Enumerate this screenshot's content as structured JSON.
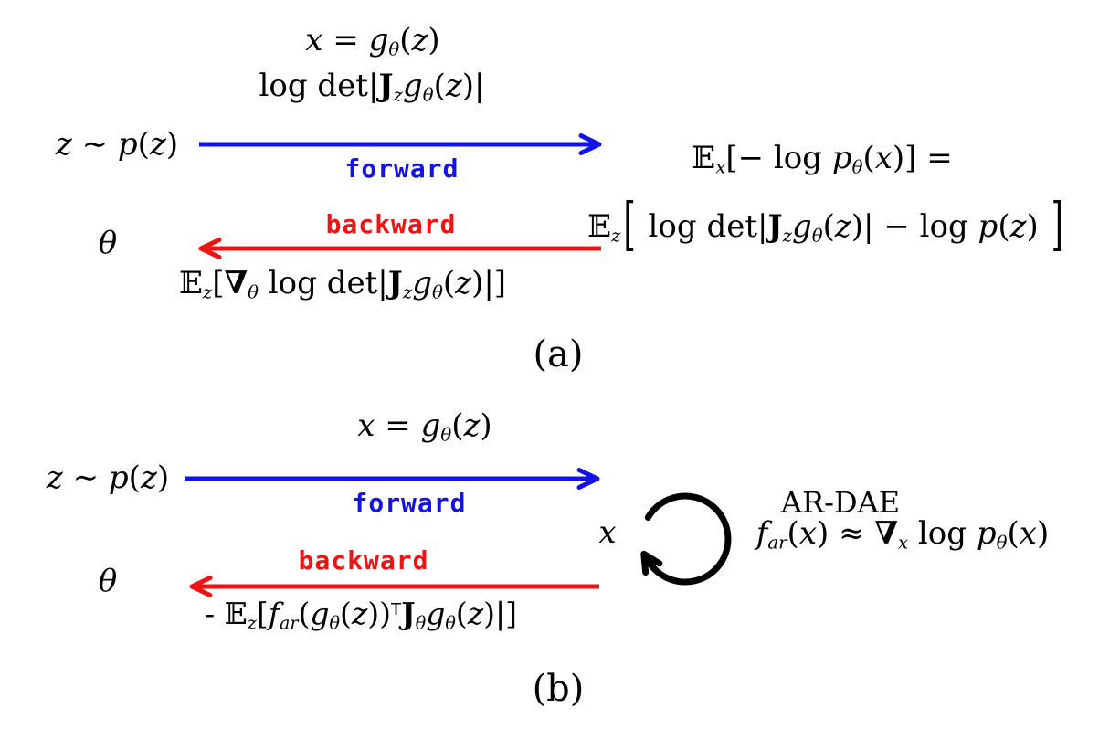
{
  "colors": {
    "forward_blue": "#1313e8",
    "backward_red": "#ee1414",
    "ink": "#000000",
    "background": "#ffffff"
  },
  "labels": {
    "forward": "forward",
    "backward": "backward"
  },
  "diagram_a": {
    "caption": "(a)",
    "map_eq": [
      {
        "s": "i",
        "t": "x"
      },
      {
        "s": "r",
        "t": " = "
      },
      {
        "s": "i",
        "t": "g"
      },
      {
        "s": "sub",
        "t": "θ"
      },
      {
        "s": "r",
        "t": "("
      },
      {
        "s": "i",
        "t": "z"
      },
      {
        "s": "r",
        "t": ")"
      }
    ],
    "logdet_eq": [
      {
        "s": "r",
        "t": "log det"
      },
      {
        "s": "r",
        "t": "|"
      },
      {
        "s": "b",
        "t": "J"
      },
      {
        "s": "sub",
        "t": "z"
      },
      {
        "s": "i",
        "t": "g"
      },
      {
        "s": "sub",
        "t": "θ"
      },
      {
        "s": "r",
        "t": "("
      },
      {
        "s": "i",
        "t": "z"
      },
      {
        "s": "r",
        "t": ")|"
      }
    ],
    "source_eq": [
      {
        "s": "i",
        "t": "z"
      },
      {
        "s": "r",
        "t": " ∼ "
      },
      {
        "s": "i",
        "t": "p"
      },
      {
        "s": "r",
        "t": "("
      },
      {
        "s": "i",
        "t": "z"
      },
      {
        "s": "r",
        "t": ")"
      }
    ],
    "theta_eq": [
      {
        "s": "i",
        "t": "θ"
      }
    ],
    "nll_eq": [
      {
        "s": "r",
        "t": "𝔼"
      },
      {
        "s": "sub",
        "t": "x"
      },
      {
        "s": "r",
        "t": "[− log "
      },
      {
        "s": "i",
        "t": "p"
      },
      {
        "s": "sub",
        "t": "θ"
      },
      {
        "s": "r",
        "t": "("
      },
      {
        "s": "i",
        "t": "x"
      },
      {
        "s": "r",
        "t": ")] ="
      }
    ],
    "nll_expansion_eq": [
      {
        "s": "r",
        "t": "𝔼"
      },
      {
        "s": "sub",
        "t": "z"
      },
      {
        "s": "big",
        "t": "["
      },
      {
        "s": "r",
        "t": " log det"
      },
      {
        "s": "r",
        "t": "|"
      },
      {
        "s": "b",
        "t": "J"
      },
      {
        "s": "sub",
        "t": "z"
      },
      {
        "s": "i",
        "t": "g"
      },
      {
        "s": "sub",
        "t": "θ"
      },
      {
        "s": "r",
        "t": "("
      },
      {
        "s": "i",
        "t": "z"
      },
      {
        "s": "r",
        "t": ")| − log "
      },
      {
        "s": "i",
        "t": "p"
      },
      {
        "s": "r",
        "t": "("
      },
      {
        "s": "i",
        "t": "z"
      },
      {
        "s": "r",
        "t": ") "
      },
      {
        "s": "big",
        "t": "]"
      }
    ],
    "gradient_eq": [
      {
        "s": "r",
        "t": "𝔼"
      },
      {
        "s": "sub",
        "t": "z"
      },
      {
        "s": "r",
        "t": "["
      },
      {
        "s": "b",
        "t": "∇"
      },
      {
        "s": "sub",
        "t": "θ"
      },
      {
        "s": "r",
        "t": " log det"
      },
      {
        "s": "r",
        "t": "|"
      },
      {
        "s": "b",
        "t": "J"
      },
      {
        "s": "sub",
        "t": "z"
      },
      {
        "s": "i",
        "t": "g"
      },
      {
        "s": "sub",
        "t": "θ"
      },
      {
        "s": "r",
        "t": "("
      },
      {
        "s": "i",
        "t": "z"
      },
      {
        "s": "r",
        "t": ")|]"
      }
    ]
  },
  "diagram_b": {
    "caption": "(b)",
    "map_eq": [
      {
        "s": "i",
        "t": "x"
      },
      {
        "s": "r",
        "t": " = "
      },
      {
        "s": "i",
        "t": "g"
      },
      {
        "s": "sub",
        "t": "θ"
      },
      {
        "s": "r",
        "t": "("
      },
      {
        "s": "i",
        "t": "z"
      },
      {
        "s": "r",
        "t": ")"
      }
    ],
    "source_eq": [
      {
        "s": "i",
        "t": "z"
      },
      {
        "s": "r",
        "t": " ∼ "
      },
      {
        "s": "i",
        "t": "p"
      },
      {
        "s": "r",
        "t": "("
      },
      {
        "s": "i",
        "t": "z"
      },
      {
        "s": "r",
        "t": ")"
      }
    ],
    "theta_eq": [
      {
        "s": "i",
        "t": "θ"
      }
    ],
    "x_eq": [
      {
        "s": "i",
        "t": "x"
      }
    ],
    "ardae_name": "AR-DAE",
    "ardae_eq": [
      {
        "s": "i",
        "t": "f"
      },
      {
        "s": "sub",
        "t": "ar"
      },
      {
        "s": "r",
        "t": "("
      },
      {
        "s": "i",
        "t": "x"
      },
      {
        "s": "r",
        "t": ") ≈ "
      },
      {
        "s": "b",
        "t": "∇"
      },
      {
        "s": "sub",
        "t": "x"
      },
      {
        "s": "r",
        "t": " log "
      },
      {
        "s": "i",
        "t": "p"
      },
      {
        "s": "sub",
        "t": "θ"
      },
      {
        "s": "r",
        "t": "("
      },
      {
        "s": "i",
        "t": "x"
      },
      {
        "s": "r",
        "t": ")"
      }
    ],
    "gradient_eq": [
      {
        "s": "r",
        "t": "- "
      },
      {
        "s": "r",
        "t": "𝔼"
      },
      {
        "s": "sub",
        "t": "z"
      },
      {
        "s": "r",
        "t": "["
      },
      {
        "s": "i",
        "t": "f"
      },
      {
        "s": "sub",
        "t": "ar"
      },
      {
        "s": "r",
        "t": "("
      },
      {
        "s": "i",
        "t": "g"
      },
      {
        "s": "sub",
        "t": "θ"
      },
      {
        "s": "r",
        "t": "("
      },
      {
        "s": "i",
        "t": "z"
      },
      {
        "s": "r",
        "t": "))"
      },
      {
        "s": "sup",
        "t": "T"
      },
      {
        "s": "b",
        "t": "J"
      },
      {
        "s": "sub",
        "t": "θ"
      },
      {
        "s": "i",
        "t": "g"
      },
      {
        "s": "sub",
        "t": "θ"
      },
      {
        "s": "r",
        "t": "("
      },
      {
        "s": "i",
        "t": "z"
      },
      {
        "s": "r",
        "t": ")|]"
      }
    ]
  }
}
